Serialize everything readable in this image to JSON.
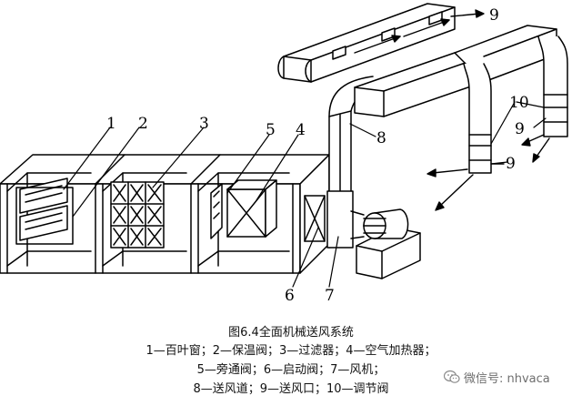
{
  "figure": {
    "numbers": [
      "1",
      "2",
      "3",
      "4",
      "5",
      "6",
      "7",
      "8",
      "9",
      "10"
    ],
    "caption_title": "图6.4全面机械送风系统",
    "caption_line1": "1—百叶窗；2—保温阀；3—过滤器；4—空气加热器；",
    "caption_line2": "5—旁通阀；6—启动阀；7—风机；",
    "caption_line3": "8—送风道；9—送风口；10—调节阀"
  },
  "watermark": {
    "text": "微信号: nhvaca",
    "icon": "wechat-icon"
  },
  "colors": {
    "line": "#000000",
    "background": "#ffffff",
    "watermark": "#6f6f6f"
  }
}
